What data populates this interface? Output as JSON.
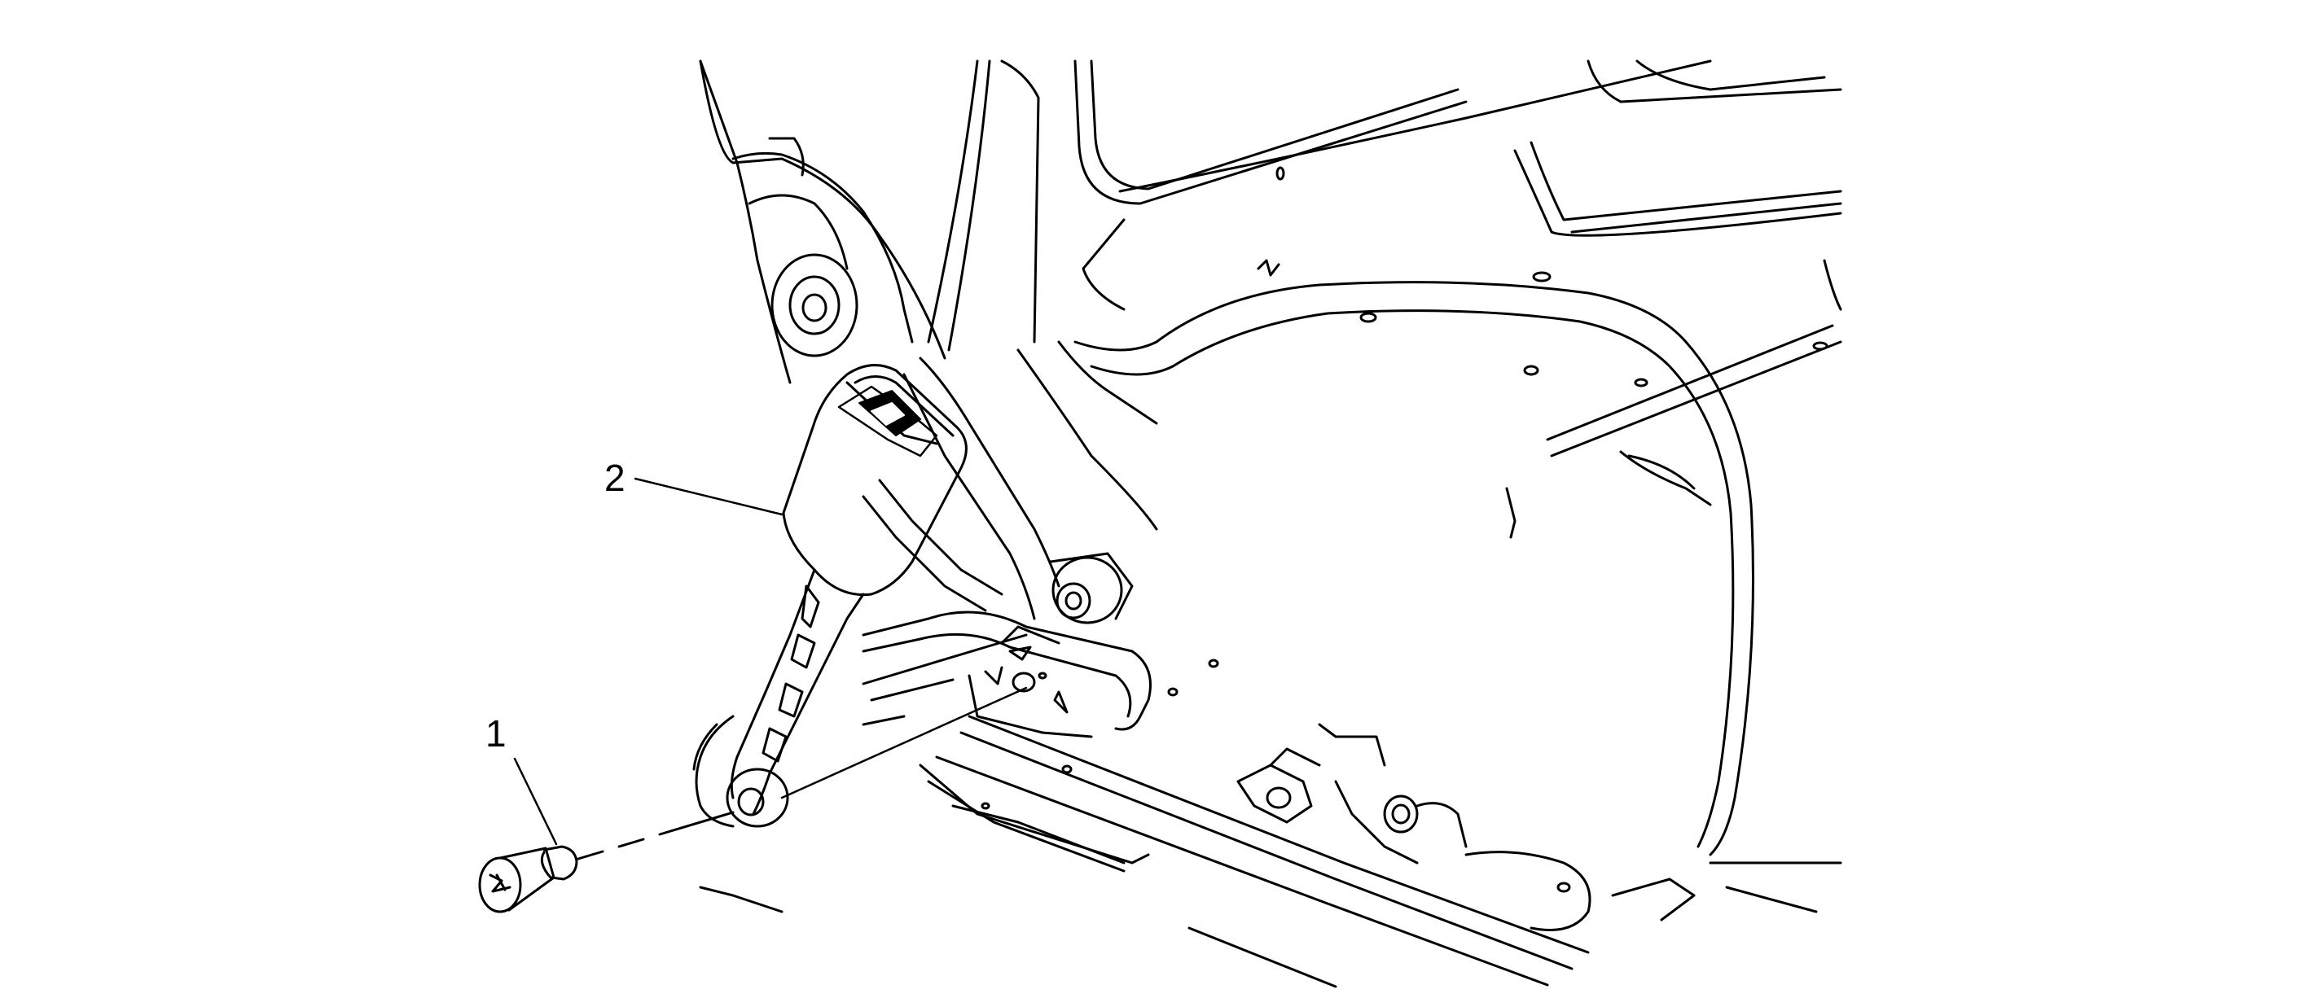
{
  "figure": {
    "callouts": [
      {
        "id": "1",
        "label": "1",
        "part": "bolt"
      },
      {
        "id": "2",
        "label": "2",
        "part": "seat-belt-buckle"
      }
    ],
    "colors": {
      "line": "#000000",
      "background": "#ffffff"
    }
  }
}
